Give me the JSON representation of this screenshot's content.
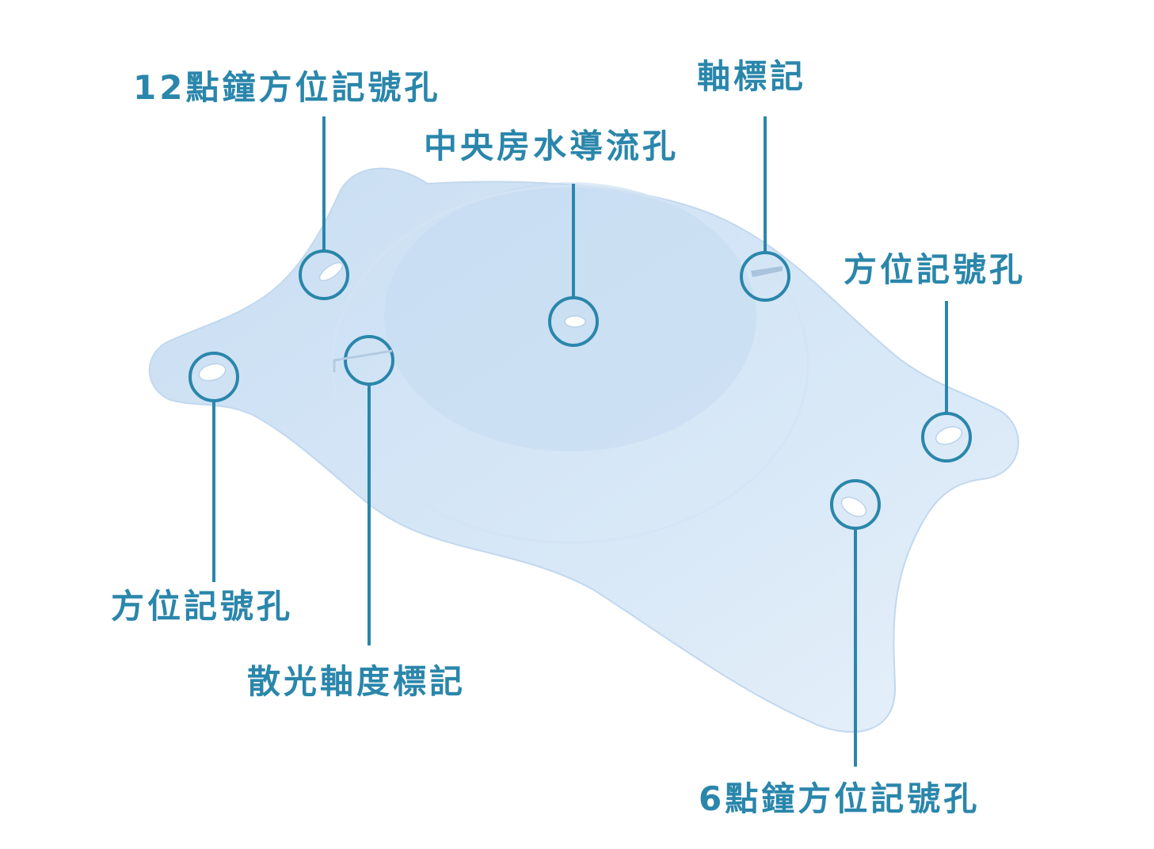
{
  "colors": {
    "accent": "#2a86ab",
    "lens": "#cfe3f5"
  },
  "labels": {
    "hole_12": "12點鐘方位記號孔",
    "axis_mark": "軸標記",
    "central_hole": "中央房水導流孔",
    "hole_right": "方位記號孔",
    "hole_left": "方位記號孔",
    "toric_mark": "散光軸度標記",
    "hole_6": "6點鐘方位記號孔"
  }
}
